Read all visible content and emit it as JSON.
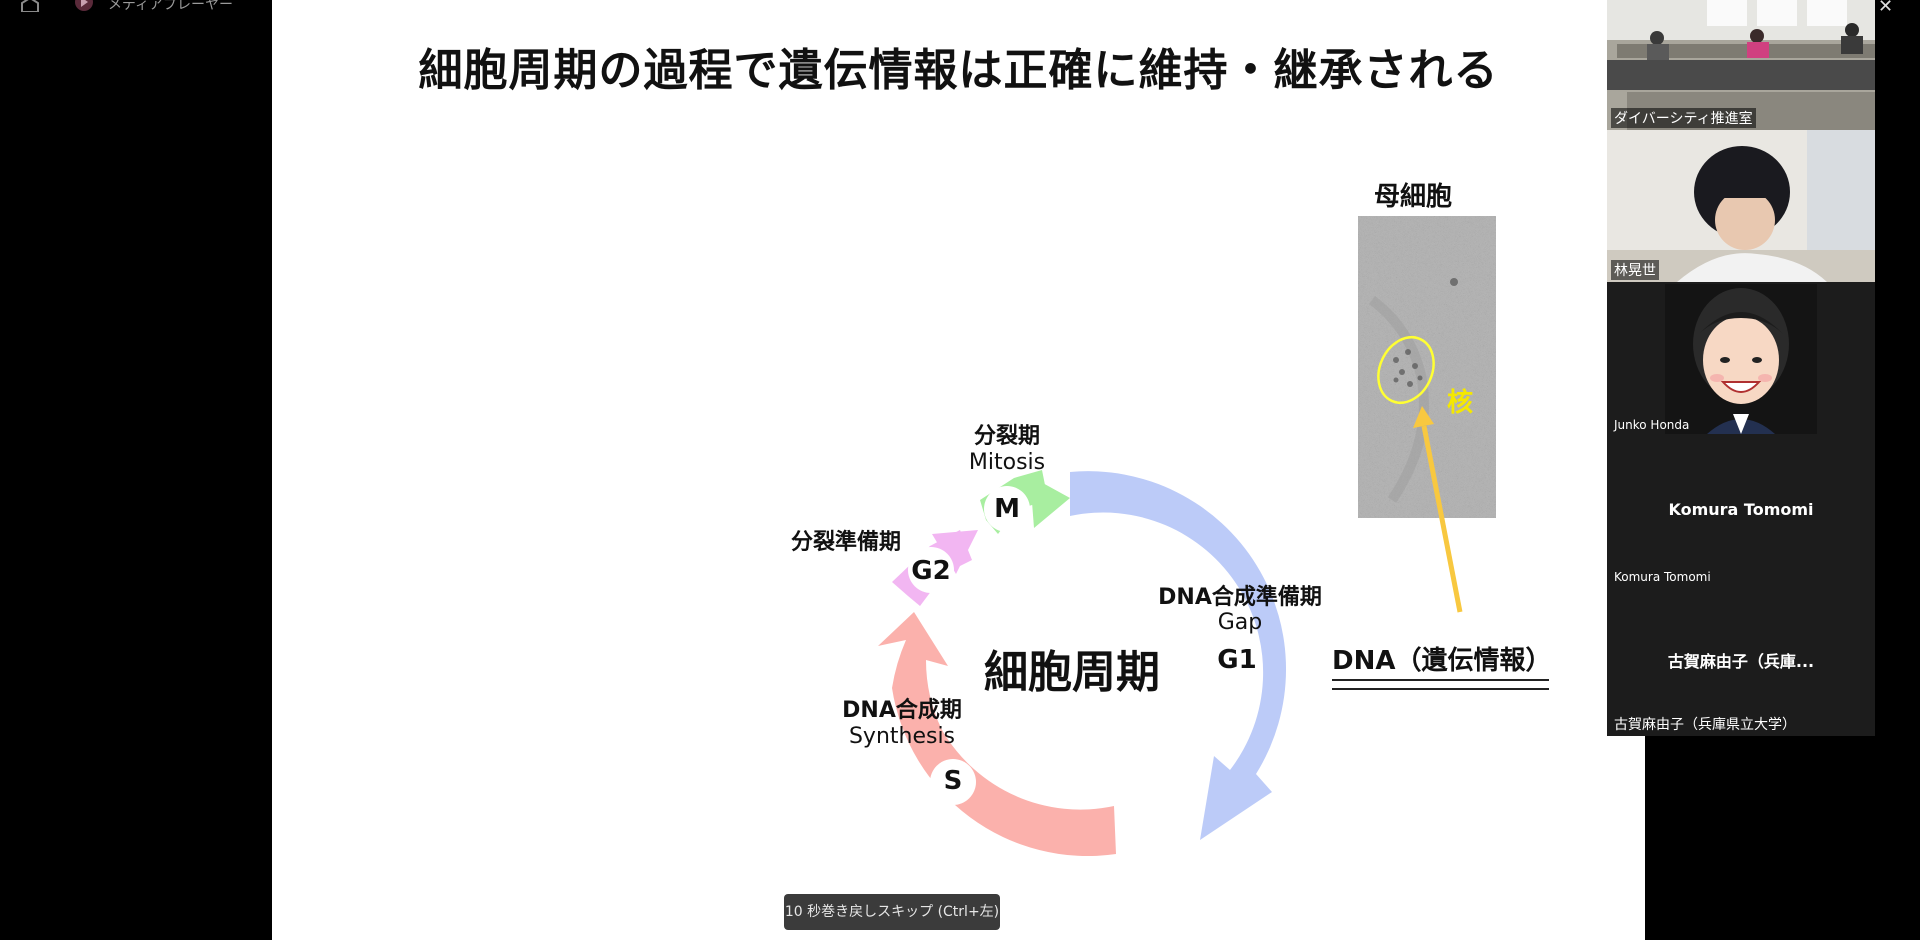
{
  "app": {
    "player_label": "メディアプレーヤー",
    "close_glyph": "✕",
    "icons": [
      "home-icon",
      "media-player-icon",
      "close-icon"
    ]
  },
  "slide": {
    "title": "細胞周期の過程で遺伝情報は正確に維持・継承される",
    "cycle_center": "細胞周期",
    "phases": {
      "m": {
        "badge": "M",
        "jp": "分裂期",
        "en": "Mitosis"
      },
      "g2": {
        "badge": "G2",
        "jp": "分裂準備期"
      },
      "g1": {
        "badge": "G1",
        "jp": "DNA合成準備期",
        "en": "Gap"
      },
      "s": {
        "badge": "S",
        "jp": "DNA合成期",
        "en": "Synthesis"
      }
    },
    "mother_cell_label": "母細胞",
    "nucleus_label": "核",
    "dna_label": "DNA（遺伝情報）",
    "colors": {
      "m": "#a8eea0",
      "g2": "#f2b6f2",
      "g1": "#bccbf8",
      "s": "#fbb1ac",
      "nucleus": "#ffff33",
      "arrow": "#f8c840"
    }
  },
  "participants": [
    {
      "name": "ダイバーシティ推進室",
      "type": "video-room"
    },
    {
      "name": "林晃世",
      "type": "video-person"
    },
    {
      "name": "Junko Honda",
      "type": "avatar"
    },
    {
      "name": "Komura Tomomi",
      "display": "Komura Tomomi",
      "type": "name-only"
    },
    {
      "name": "古賀麻由子（兵庫県立大学）",
      "display": "古賀麻由子（兵庫...",
      "type": "name-only"
    }
  ],
  "tooltip": "10 秒巻き戻しスキップ (Ctrl+左)"
}
